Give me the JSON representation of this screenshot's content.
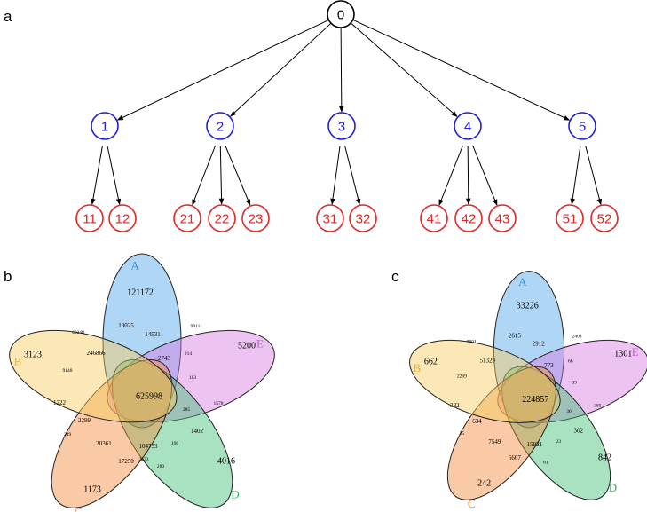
{
  "panels": {
    "a": "a",
    "b": "b",
    "c": "c"
  },
  "tree": {
    "root": "0",
    "level1": [
      "1",
      "2",
      "3",
      "4",
      "5"
    ],
    "level2": [
      [
        "11",
        "12"
      ],
      [
        "21",
        "22",
        "23"
      ],
      [
        "31",
        "32"
      ],
      [
        "41",
        "42",
        "43"
      ],
      [
        "51",
        "52"
      ]
    ],
    "colors": {
      "root": "#000000",
      "level1": "#1f1fd6",
      "level2": "#e32626"
    }
  },
  "venn_b": {
    "sets": {
      "A": "A",
      "B": "B",
      "C": "C",
      "D": "D",
      "E": "E"
    },
    "values": {
      "A": "121172",
      "B": "3123",
      "C": "1173",
      "D": "4016",
      "E": "5200",
      "all": "625998",
      "r1": "13025",
      "r2": "14531",
      "r3": "9911",
      "r4": "246866",
      "r5": "2743",
      "r6": "214",
      "r7": "40248",
      "r8": "183",
      "r9": "9148",
      "r10": "1578",
      "r11": "1222",
      "r12": "285",
      "r13": "2299",
      "r14": "1402",
      "r15": "249",
      "r16": "20361",
      "r17": "104733",
      "r18": "196",
      "r19": "17250",
      "r20": "2623",
      "r21": "280"
    }
  },
  "venn_c": {
    "sets": {
      "A": "A",
      "B": "B",
      "C": "C",
      "D": "D",
      "E": "E"
    },
    "values": {
      "A": "33226",
      "B": "662",
      "C": "242",
      "D": "842",
      "E": "1301",
      "all": "224857",
      "r1": "2615",
      "r2": "2912",
      "r3": "2403",
      "r4": "51329",
      "r5": "773",
      "r6": "68",
      "r7": "9801",
      "r8": "39",
      "r9": "2269",
      "r10": "385",
      "r11": "282",
      "r12": "36",
      "r13": "634",
      "r14": "302",
      "r15": "25",
      "r16": "7549",
      "r17": "15921",
      "r18": "23",
      "r19": "6667",
      "r20": "",
      "r21": "61"
    }
  },
  "colors": {
    "A": "#4ea3e8",
    "B": "#f7cc5e",
    "C": "#f58a3c",
    "D": "#3fbf73",
    "E": "#d67be3",
    "labelA": "#3d8fdc",
    "labelB": "#e8b13a",
    "labelC": "#e8803a",
    "labelD": "#39b36a",
    "labelE": "#c65fd6"
  }
}
